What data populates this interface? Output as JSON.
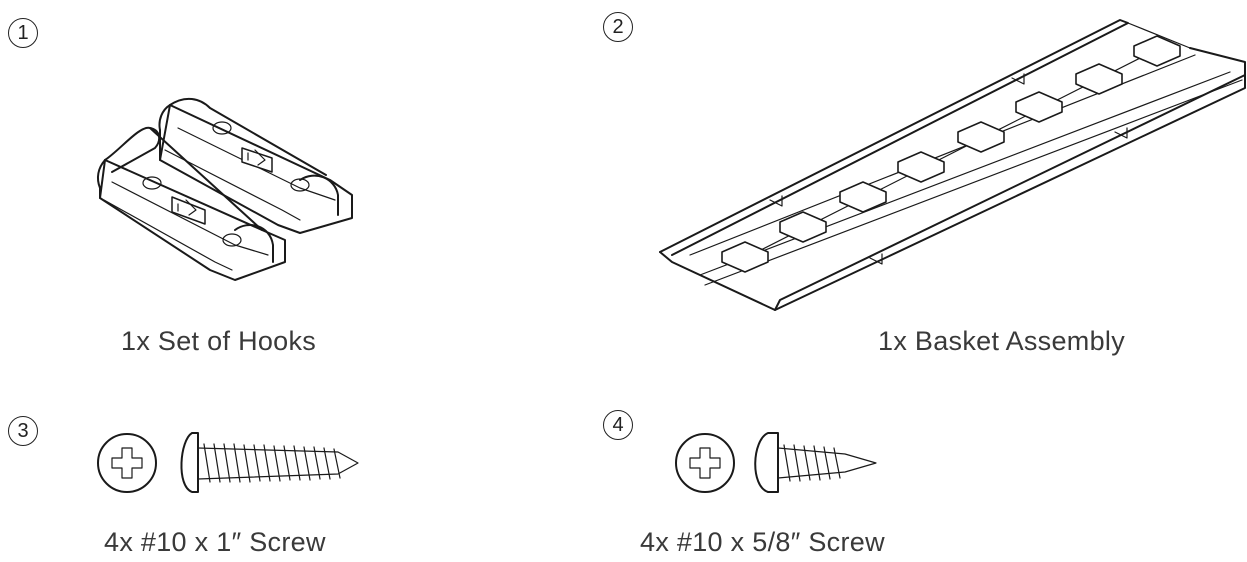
{
  "parts": [
    {
      "number": "1",
      "label": "1x Set of Hooks",
      "icon": "hook-set-icon"
    },
    {
      "number": "2",
      "label": "1x Basket Assembly",
      "icon": "basket-rail-icon"
    },
    {
      "number": "3",
      "label": "4x #10 x 1″ Screw",
      "icon": "long-screw-icon"
    },
    {
      "number": "4",
      "label": "4x #10 x 5/8″ Screw",
      "icon": "short-screw-icon"
    }
  ]
}
